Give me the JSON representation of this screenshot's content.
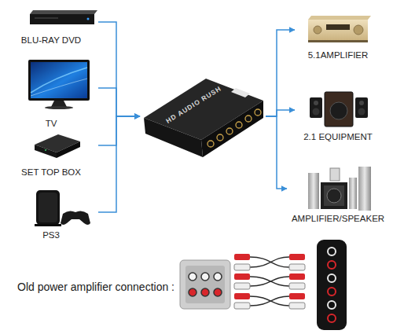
{
  "diagram": {
    "nodes": [
      {
        "text": [
          "BLU-RAY DVD"
        ]
      },
      {
        "text": [
          "TV"
        ]
      },
      {
        "text": [
          "SET TOP BOX"
        ]
      },
      {
        "text": [
          "PS3"
        ]
      },
      {
        "text": [
          "HD AUDIO RUSH"
        ]
      },
      {
        "text": [
          "5.1AMPLIFIER"
        ]
      },
      {
        "text": [
          "2.1 EQUIPMENT"
        ]
      },
      {
        "text": [
          "AMPLIFIER/SPEAKER"
        ]
      }
    ],
    "edges": [
      {
        "from": 0,
        "to": 4,
        "arrow": "to"
      },
      {
        "from": 1,
        "to": 4,
        "arrow": "to"
      },
      {
        "from": 2,
        "to": 4,
        "arrow": "to"
      },
      {
        "from": 3,
        "to": 4,
        "arrow": "to"
      },
      {
        "from": 4,
        "to": 5,
        "arrow": "to"
      },
      {
        "from": 4,
        "to": 6,
        "arrow": "to"
      },
      {
        "from": 4,
        "to": 7,
        "arrow": "to"
      }
    ],
    "labels": [
      "Old power amplifier connection :"
    ]
  }
}
